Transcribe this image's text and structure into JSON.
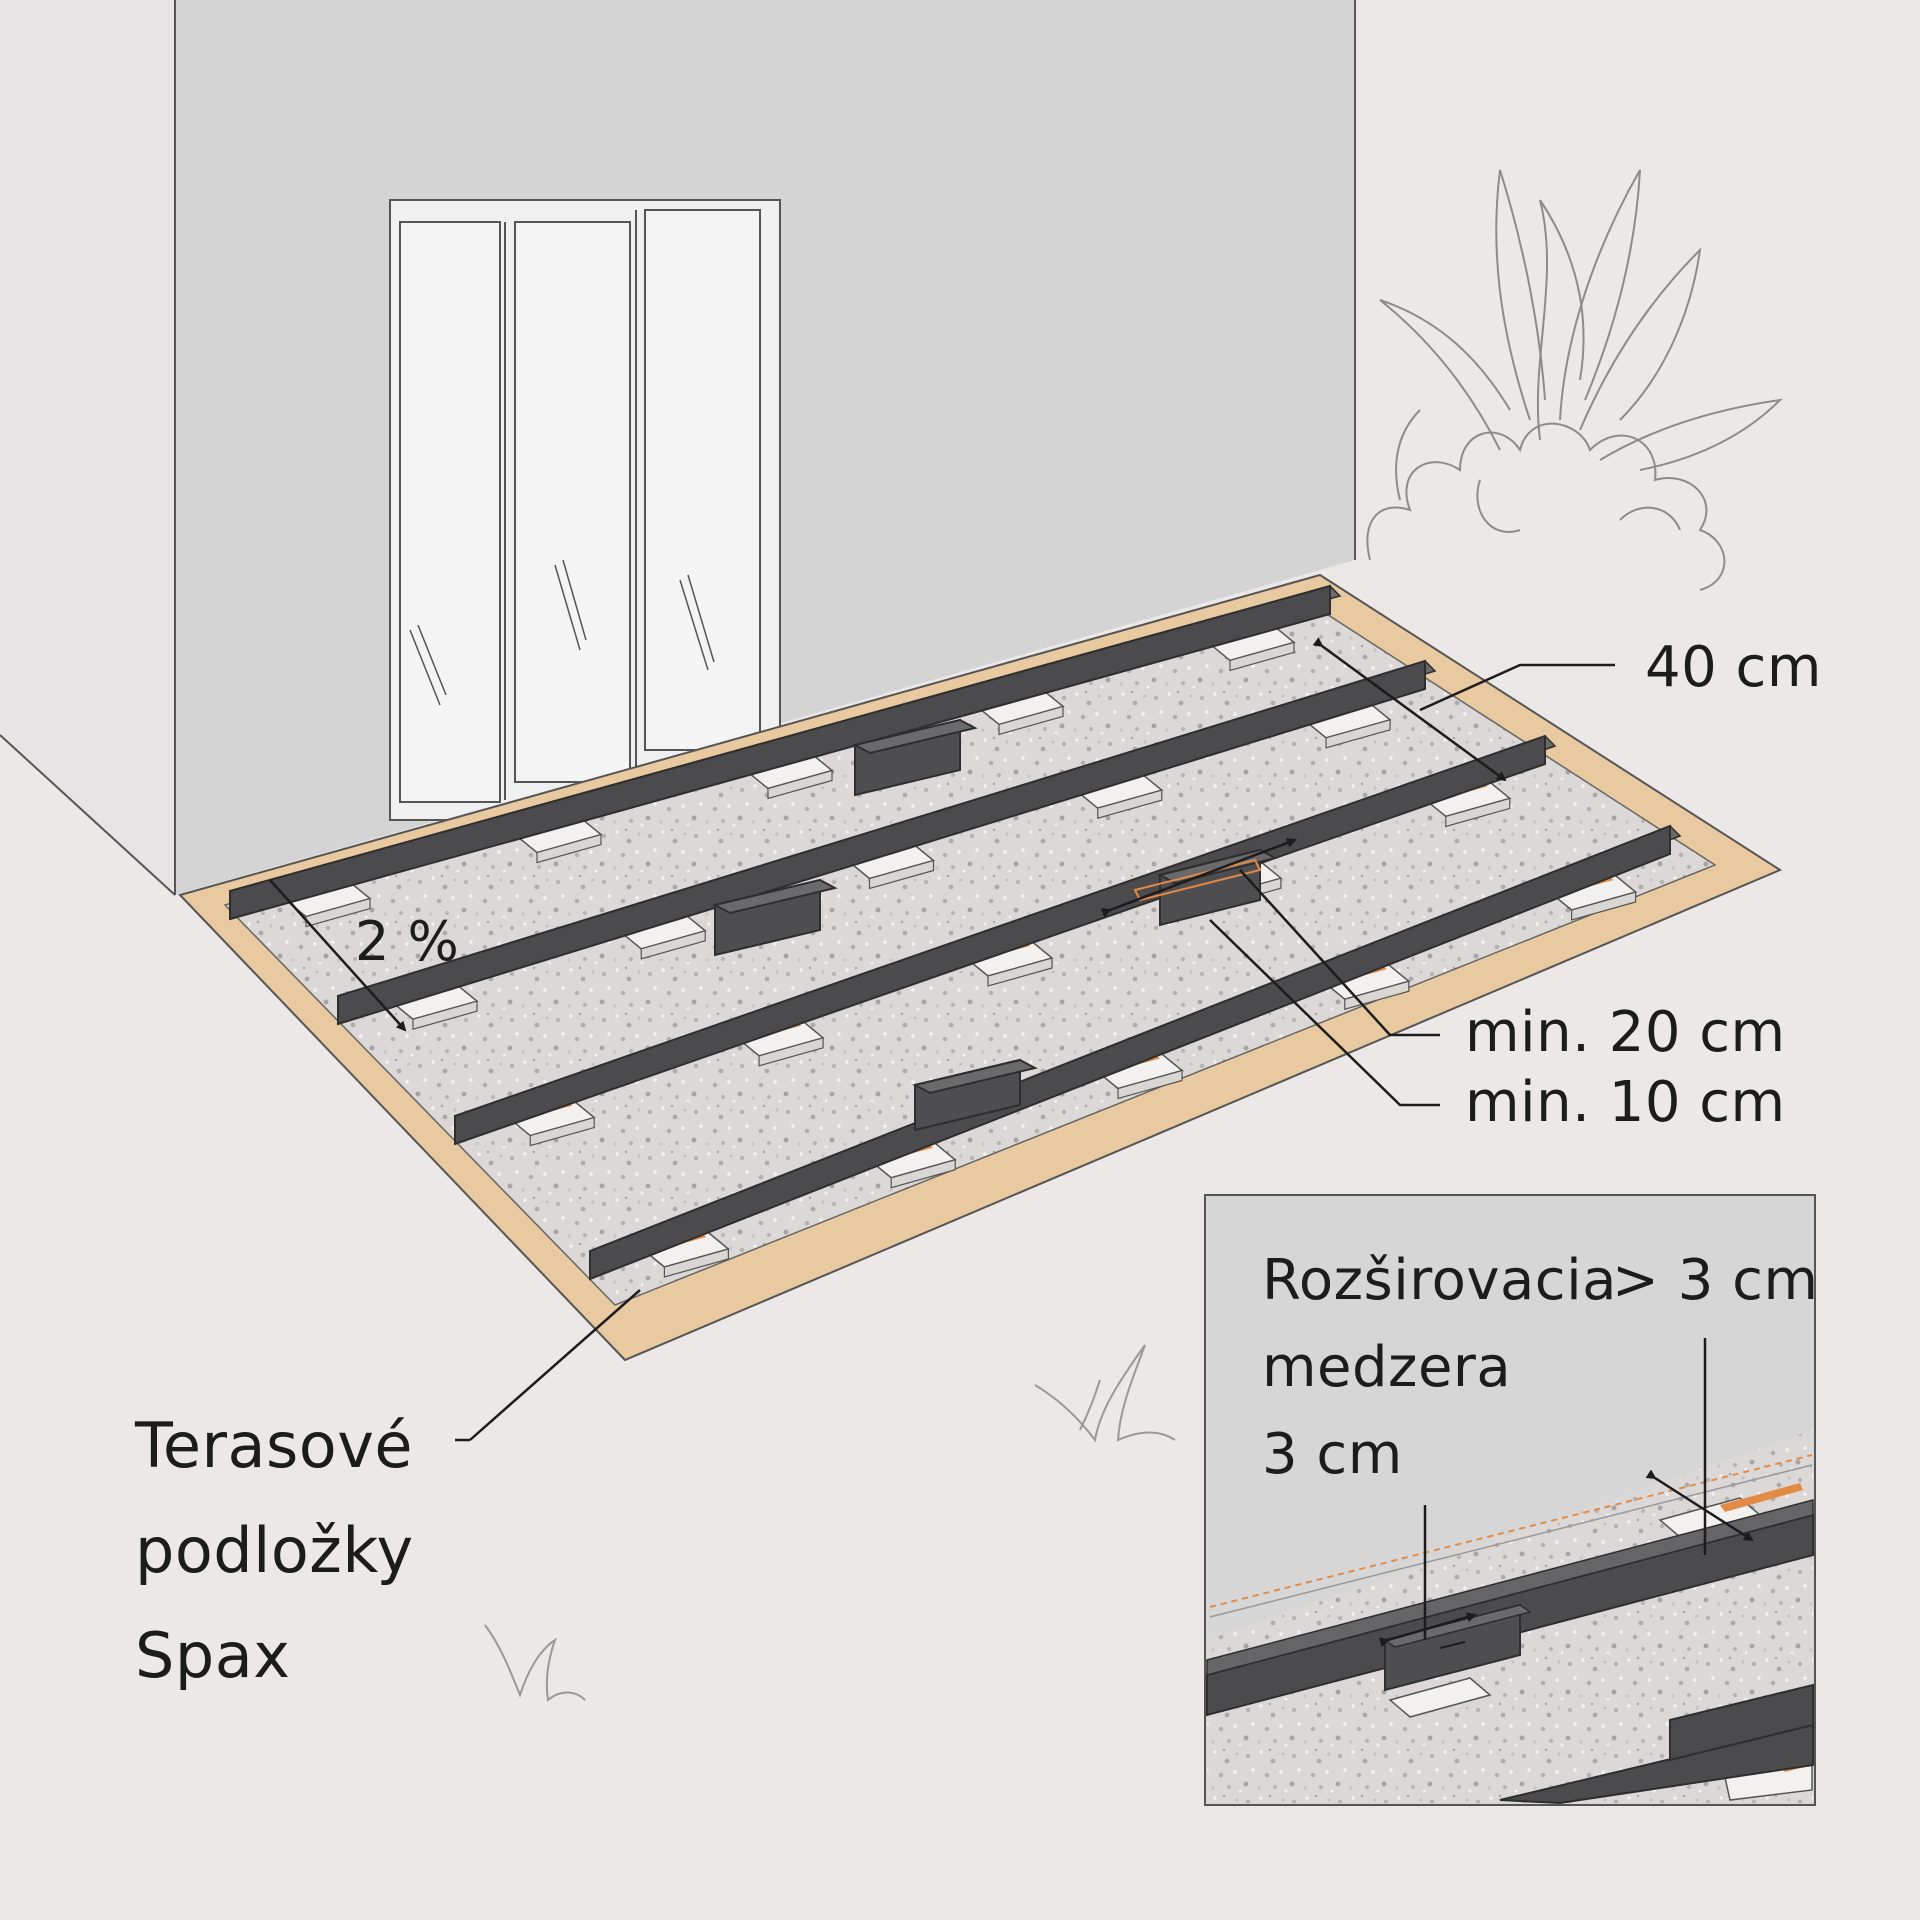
{
  "labels": {
    "spacing": "40 cm",
    "slope": "2 %",
    "min_overlap": "min. 20 cm",
    "min_edge": "min. 10 cm",
    "pads_line1": "Terasové",
    "pads_line2": "podložky",
    "pads_line3": "Spax"
  },
  "detail": {
    "gap_label": "Rozširovacia",
    "gap_value": "> 3 cm",
    "gap_line2": "medzera",
    "gap_line3": "3 cm"
  },
  "colors": {
    "background": "#ece8e7",
    "wall": "#d4d4d5",
    "border": "#e9c9a0",
    "gravel": "#ddd9d8",
    "joist": "#4b4b4d",
    "pad_accent": "#e38a45",
    "line": "#1c1c1c"
  },
  "icons": [
    "plant-sketch",
    "grass-tuft",
    "arrow-head"
  ]
}
